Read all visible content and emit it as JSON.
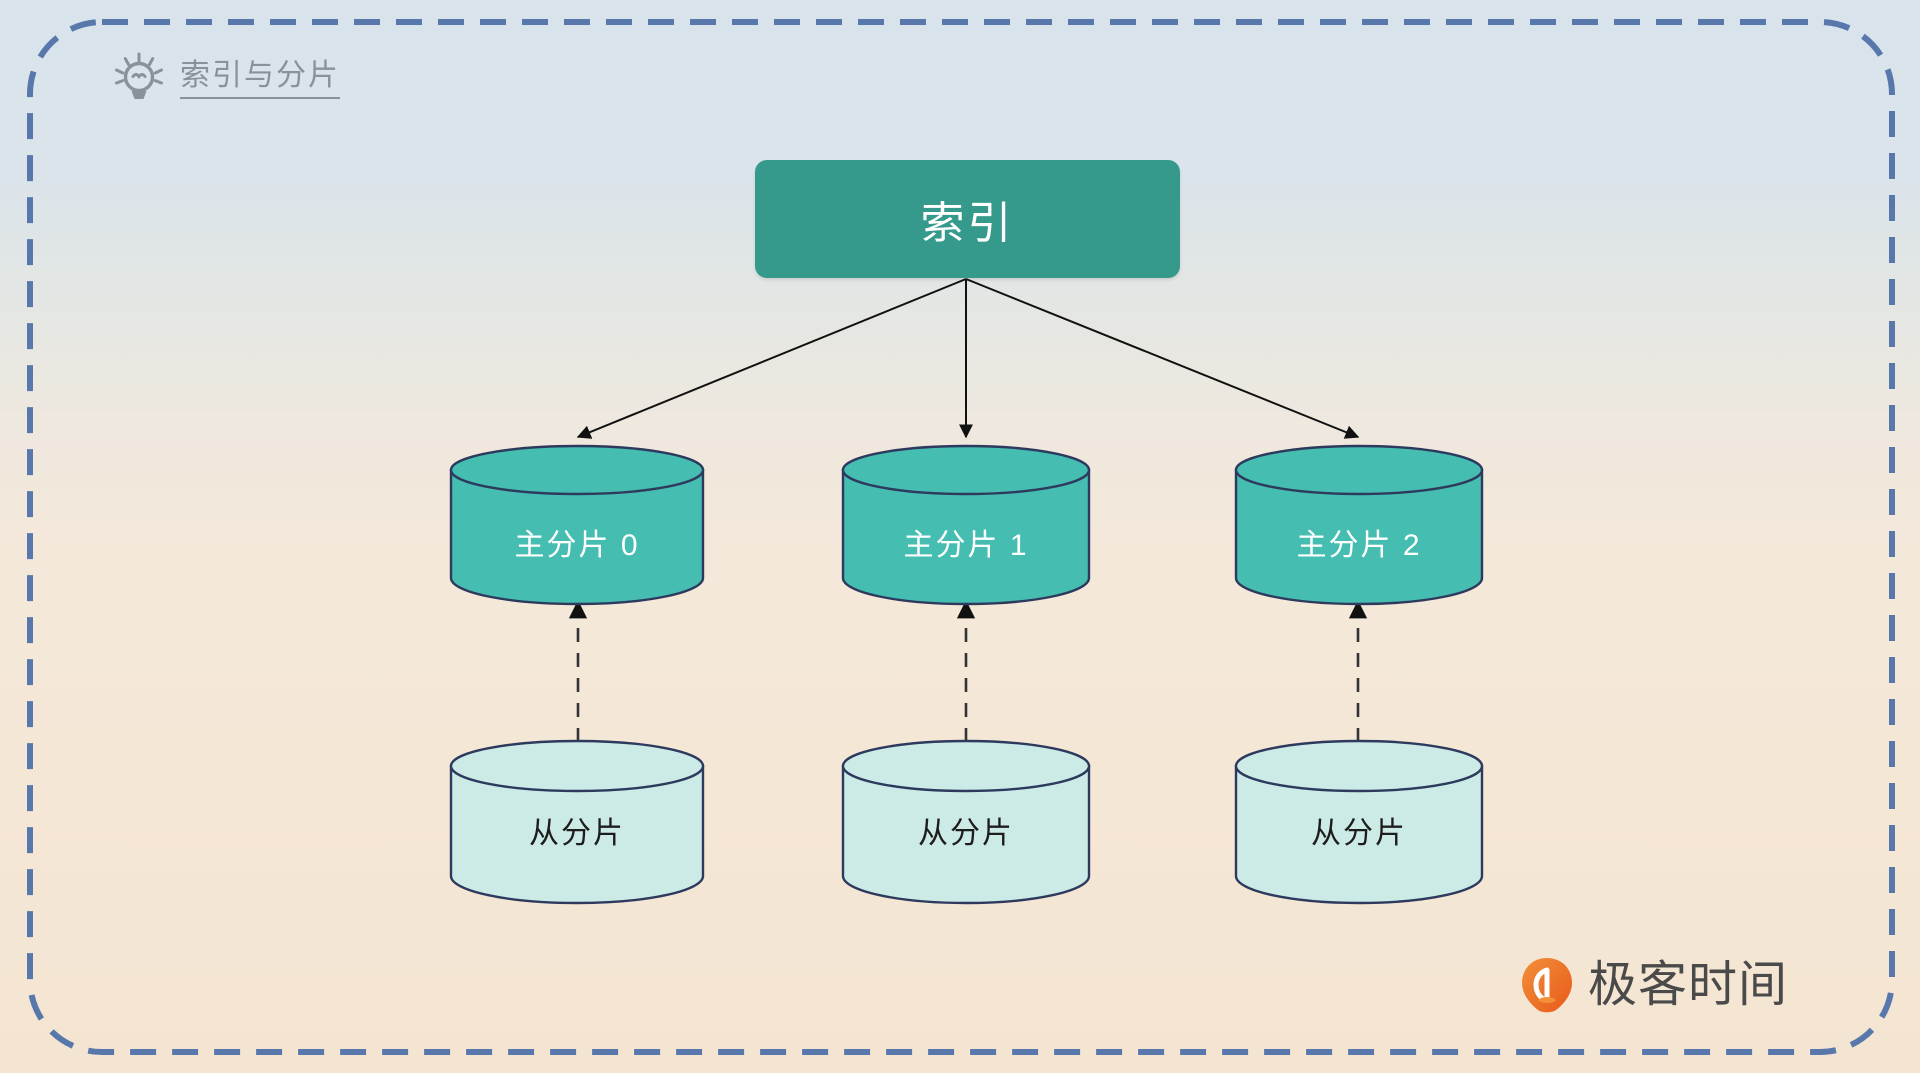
{
  "frame": {
    "border_color": "#5878ab",
    "style": "dashed-rounded-rectangle"
  },
  "background": {
    "top_color": "#d8e3ec",
    "bottom_color": "#f4e5d2"
  },
  "header": {
    "icon": "lightbulb-icon",
    "icon_color": "#8a9299",
    "title": "索引与分片",
    "title_color": "#8a9299"
  },
  "diagram": {
    "type": "hierarchy",
    "root": {
      "label": "索引",
      "shape": "rounded-rectangle",
      "fill": "#35998b",
      "text_color": "#ffffff"
    },
    "primary_shards": [
      {
        "label": "主分片 0",
        "fill": "#45bdb0",
        "text_color": "#ffffff",
        "stroke": "#2d3a5e"
      },
      {
        "label": "主分片 1",
        "fill": "#45bdb0",
        "text_color": "#ffffff",
        "stroke": "#2d3a5e"
      },
      {
        "label": "主分片 2",
        "fill": "#45bdb0",
        "text_color": "#ffffff",
        "stroke": "#2d3a5e"
      }
    ],
    "replica_shards": [
      {
        "label": "从分片",
        "fill": "#cdebe6",
        "text_color": "#1d1d1d",
        "stroke": "#2d3a5e"
      },
      {
        "label": "从分片",
        "fill": "#cdebe6",
        "text_color": "#1d1d1d",
        "stroke": "#2d3a5e"
      },
      {
        "label": "从分片",
        "fill": "#cdebe6",
        "text_color": "#1d1d1d",
        "stroke": "#2d3a5e"
      }
    ],
    "edges": {
      "index_to_primary": {
        "style": "solid",
        "color": "#111111",
        "direction": "down"
      },
      "replica_to_primary": {
        "style": "dashed",
        "color": "#333333",
        "direction": "up"
      }
    }
  },
  "logo": {
    "text": "极客时间",
    "mark": "geektime-logo-icon",
    "mark_color": "#ef7d22",
    "text_color": "#4a4a4a"
  }
}
